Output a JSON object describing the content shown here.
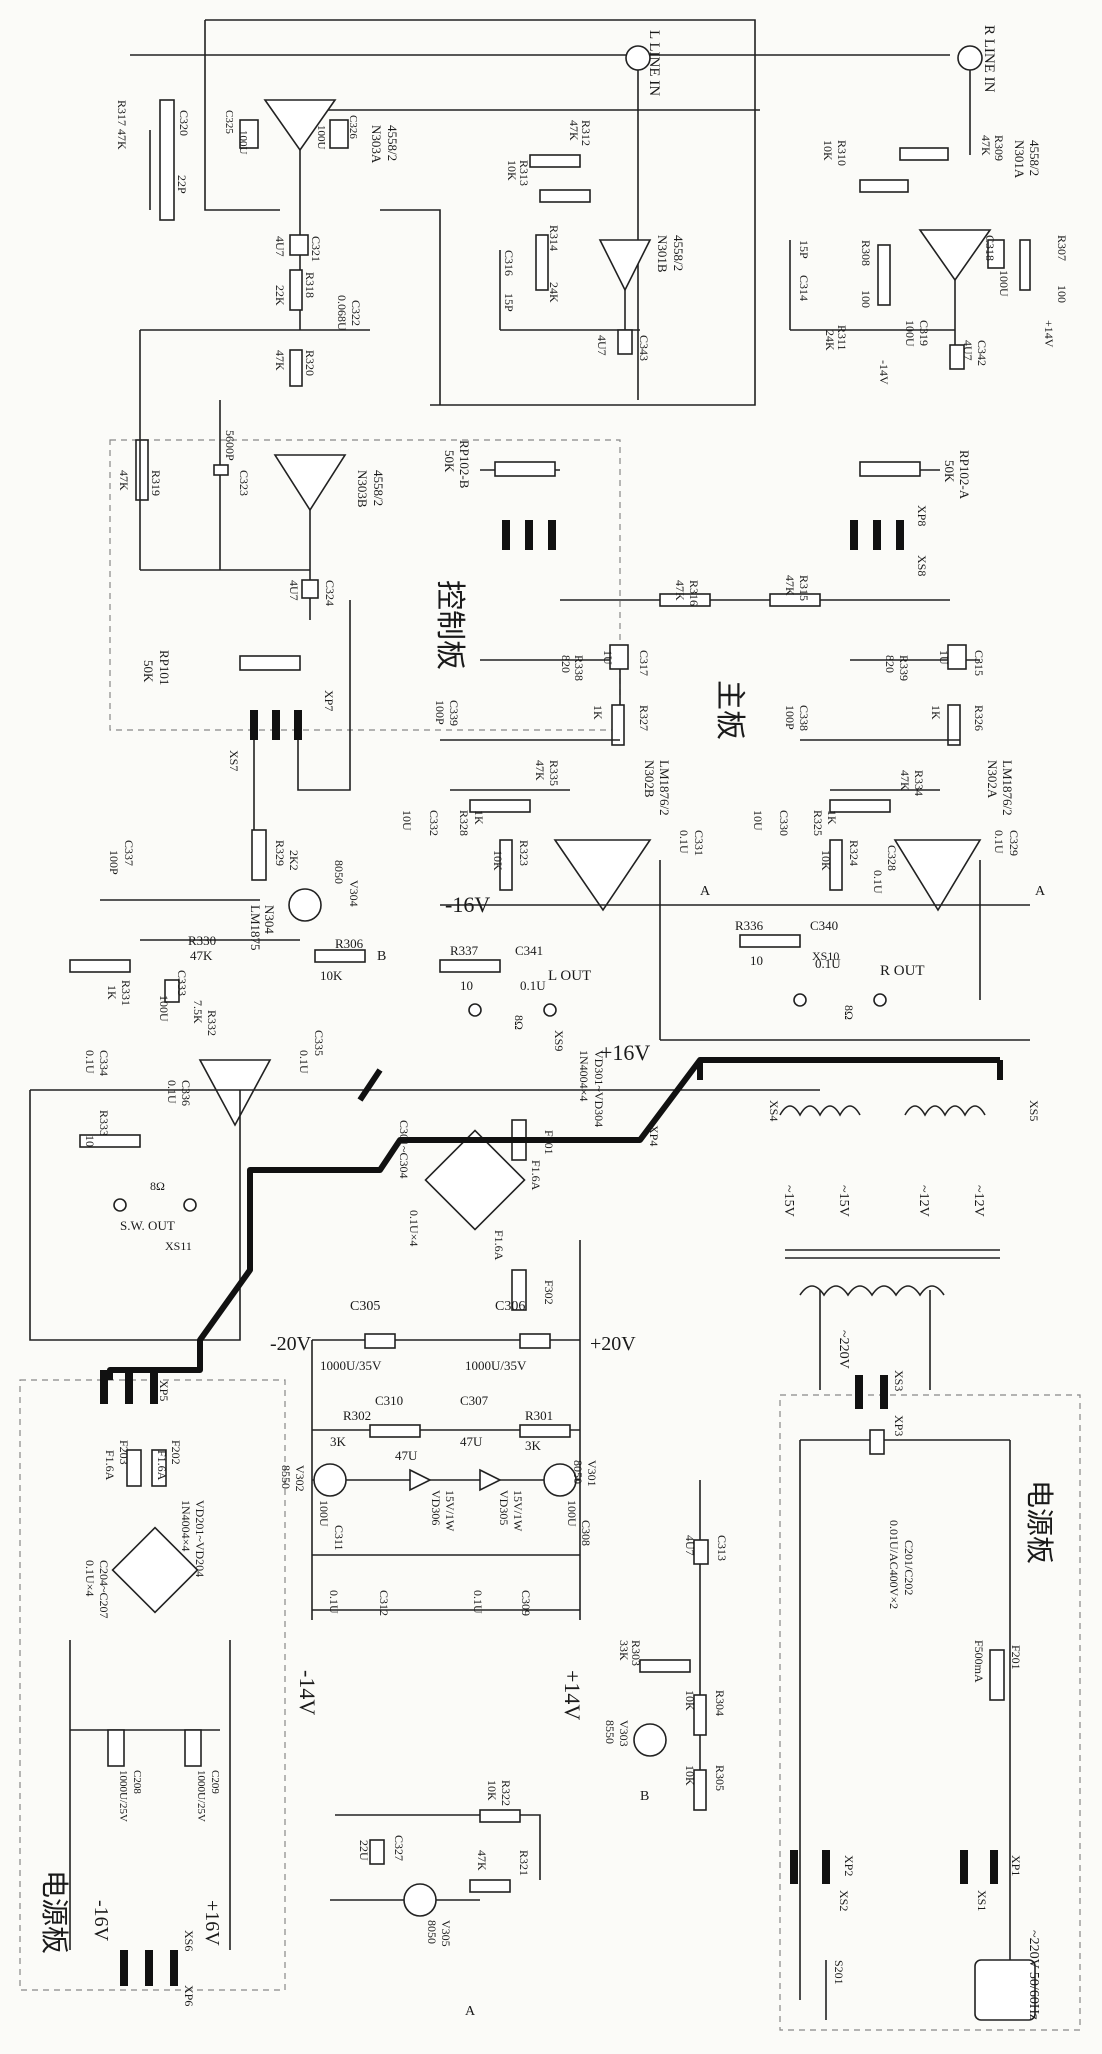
{
  "connectors": {
    "l_line_in": "L LINE IN",
    "r_line_in": "R LINE IN",
    "l_out": "L OUT",
    "r_out": "R OUT",
    "sw_out": "S.W. OUT",
    "mains": "~220V 50/60Hz"
  },
  "boards": {
    "control": "控制板",
    "main": "主板",
    "power_a": "电源板",
    "power_b": "电源板"
  },
  "rails": {
    "m16": "-16V",
    "p16": "+16V",
    "m20": "-20V",
    "p20": "+20V",
    "m14": "-14V",
    "p14": "+14V",
    "ac15": "~15V",
    "ac12": "~12V",
    "ac220": "~220V"
  },
  "parts": {
    "r317": "R317 47K",
    "c320": "C320",
    "c320v": "22P",
    "c325": "C325",
    "c325v": "100U",
    "c326": "C326",
    "c326v": "100U",
    "n303a": "N303A",
    "n303a_t": "4558/2",
    "r312": "R312",
    "r312v": "47K",
    "r313": "R313",
    "r313v": "10K",
    "r314": "R314",
    "r314v": "24K",
    "c316": "C316",
    "c316v": "15P",
    "n301b": "N301B",
    "n301b_t": "4558/2",
    "c343": "C343",
    "c343v": "4U7",
    "c321": "C321",
    "c321v": "4U7",
    "r318": "R318",
    "r318v": "22K",
    "c322": "C322",
    "c322v": "0.068U",
    "r320": "R320",
    "r320v": "47K",
    "r319": "R319",
    "r319v": "47K",
    "c323": "C323",
    "c323v": "5600P",
    "n303b": "N303B",
    "n303b_t": "4558/2",
    "c324": "C324",
    "c324v": "4U7",
    "r309": "R309",
    "r309v": "47K",
    "r310": "R310",
    "r310v": "10K",
    "n301a": "N301A",
    "n301a_t": "4558/2",
    "c314": "C314",
    "c314v": "15P",
    "r308": "R308",
    "r308v": "100",
    "r311": "R311",
    "r311v": "24K",
    "c319": "C319",
    "c319v": "100U",
    "c318": "C318",
    "c318v": "100U",
    "r307": "R307",
    "r307v": "100",
    "c342": "C342",
    "c342v": "4U7",
    "rp102b": "RP102-B",
    "rp102bv": "50K",
    "rp102a": "RP102-A",
    "rp102av": "50K",
    "xp8": "XP8",
    "xs8": "XS8",
    "r316": "R316",
    "r316v": "47K",
    "r315": "R315",
    "r315v": "47K",
    "rp101": "RP101",
    "rp101v": "50K",
    "xp7": "XP7",
    "xs7": "XS7",
    "r338": "R338",
    "r338v": "820",
    "c317": "C317",
    "c317v": "1U",
    "r339": "R339",
    "r339v": "820",
    "c315": "C315",
    "c315v": "1U",
    "c339": "C339",
    "c339v": "100P",
    "r327": "R327",
    "r327v": "1K",
    "c338": "C338",
    "c338v": "100P",
    "r326": "R326",
    "r326v": "1K",
    "n302b": "N302B",
    "n302b_t": "LM1876/2",
    "n302a": "N302A",
    "n302a_t": "LM1876/2",
    "r335": "R335",
    "r335v": "47K",
    "r334": "R334",
    "r334v": "47K",
    "c332": "C332",
    "c332v": "10U",
    "r328": "R328",
    "r328v": "1K",
    "c330": "C330",
    "c330v": "10U",
    "r325": "R325",
    "r325v": "1K",
    "r323": "R323",
    "r323v": "10K",
    "r324": "R324",
    "r324v": "10K",
    "c331": "C331",
    "c331v": "0.1U",
    "c329": "C329",
    "c329v": "0.1U",
    "c328": "C328",
    "c328v": "0.1U",
    "r337": "R337",
    "r337v": "10",
    "c341": "C341",
    "c341v": "0.1U",
    "r336": "R336",
    "r336v": "10",
    "c340": "C340",
    "c340v": "0.1U",
    "xs9": "XS9",
    "xs10": "XS10",
    "ohm8": "8Ω",
    "c337": "C337",
    "c337v": "100P",
    "r329": "R329",
    "r329v": "2K2",
    "v304": "V304",
    "v304v": "8050",
    "r306": "R306",
    "r306v": "10K",
    "r330": "R330",
    "r330v": "47K",
    "r331": "R331",
    "r331v": "1K",
    "c333": "C333",
    "c333v": "100U",
    "r332": "R332",
    "r332v": "7.5K",
    "n304": "N304",
    "n304_t": "LM1875",
    "c335": "C335",
    "c335v": "0.1U",
    "c334": "C334",
    "c334v": "0.1U",
    "c336": "C336",
    "c336v": "0.1U",
    "r333": "R333",
    "r333v": "10",
    "xs11": "XS11",
    "vd301": "VD301~VD304",
    "vd301v": "1N4004×4",
    "c301": "C301~C304",
    "c301v": "0.1U×4",
    "f301": "F301",
    "f301v": "F1.6A",
    "f302": "F302",
    "f302v": "F1.6A",
    "xp4": "XP4",
    "xs4": "XS4",
    "xs5": "XS5",
    "c305": "C305",
    "c305v": "1000U/35V",
    "c306": "C306",
    "c306v": "1000U/35V",
    "r302": "R302",
    "r302v": "3K",
    "c310": "C310",
    "c310v": "47U",
    "c307": "C307",
    "c307v": "47U",
    "r301": "R301",
    "r301v": "3K",
    "v302": "V302",
    "v302v": "8550",
    "v301": "V301",
    "v301v": "8050",
    "vd306": "VD306",
    "vd306v": "15V/1W",
    "vd305": "VD305",
    "vd305v": "15V/1W",
    "c311": "C311",
    "c311v": "100U",
    "c308": "C308",
    "c308v": "100U",
    "c312": "C312",
    "c312v": "0.1U",
    "c309": "C309",
    "c309v": "0.1U",
    "c313": "C313",
    "c313v": "4U7",
    "r303": "R303",
    "r303v": "33K",
    "r304": "R304",
    "r304v": "10K",
    "r305": "R305",
    "r305v": "10K",
    "v303": "V303",
    "v303v": "8550",
    "xp5": "XP5",
    "f203": "F203",
    "f203v": "F1.6A",
    "f202": "F202",
    "f202v": "F1.6A",
    "vd201": "VD201~VD204",
    "vd201v": "1N4004×4",
    "c204": "C204~C207",
    "c204v": "0.1U×4",
    "c208": "C208",
    "c208v": "1000U/25V",
    "c209": "C209",
    "c209v": "1000U/25V",
    "xs6": "XS6",
    "xp6": "XP6",
    "c327": "C327",
    "c327v": "22U",
    "r322": "R322",
    "r322v": "10K",
    "r321": "R321",
    "r321v": "47K",
    "v305": "V305",
    "v305v": "8050",
    "xs3": "XS3",
    "xp3": "XP3",
    "c201": "C201/C202",
    "c201v": "0.01U/AC400V×2",
    "f201": "F201",
    "f201v": "F500mA",
    "xp1": "XP1",
    "xp2": "XP2",
    "xs1": "XS1",
    "xs2": "XS2",
    "s201": "S201",
    "node_a": "A",
    "node_b": "B"
  }
}
